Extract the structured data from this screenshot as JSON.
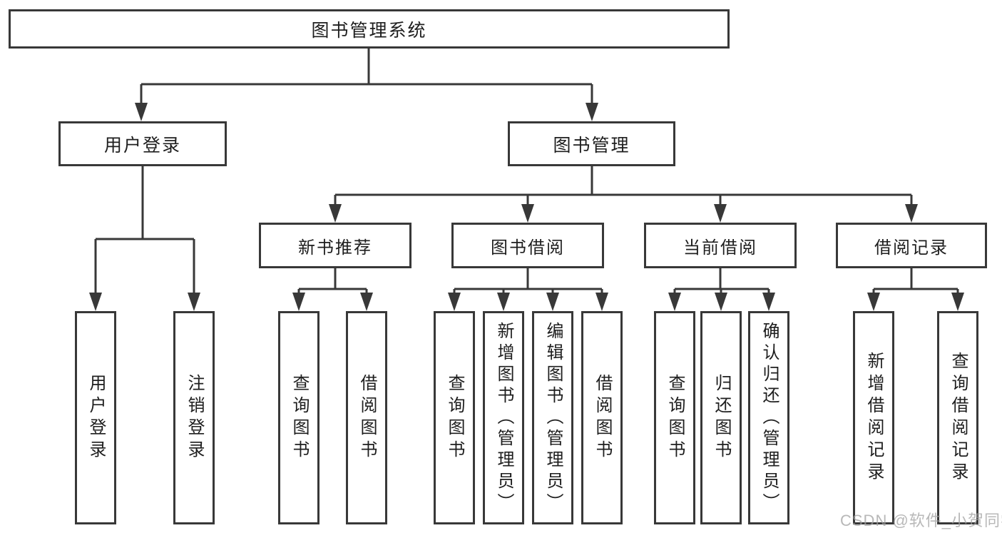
{
  "diagram": {
    "title": "图书管理系统",
    "root": {
      "id": "library-management-system",
      "label": "图书管理系统"
    },
    "level2": [
      {
        "id": "user-login",
        "label": "用户登录"
      },
      {
        "id": "book-management",
        "label": "图书管理"
      }
    ],
    "level3": [
      {
        "id": "new-book-recommend",
        "parent": "图书管理",
        "label": "新书推荐"
      },
      {
        "id": "book-borrowing",
        "parent": "图书管理",
        "label": "图书借阅"
      },
      {
        "id": "current-borrowing",
        "parent": "图书管理",
        "label": "当前借阅"
      },
      {
        "id": "borrowing-records",
        "parent": "图书管理",
        "label": "借阅记录"
      }
    ],
    "leaves": [
      {
        "id": "leaf-user-login",
        "parent": "用户登录",
        "label": "用户登录"
      },
      {
        "id": "leaf-logout",
        "parent": "用户登录",
        "label": "注销登录"
      },
      {
        "id": "leaf-query-book-recommend",
        "parent": "新书推荐",
        "label": "查询图书"
      },
      {
        "id": "leaf-borrow-book-recommend",
        "parent": "新书推荐",
        "label": "借阅图书"
      },
      {
        "id": "leaf-query-book-borrowing",
        "parent": "图书借阅",
        "label": "查询图书"
      },
      {
        "id": "leaf-add-book-admin",
        "parent": "图书借阅",
        "label": "新增图书（管理员）"
      },
      {
        "id": "leaf-edit-book-admin",
        "parent": "图书借阅",
        "label": "编辑图书（管理员）"
      },
      {
        "id": "leaf-borrow-book-borrowing",
        "parent": "图书借阅",
        "label": "借阅图书"
      },
      {
        "id": "leaf-query-book-current",
        "parent": "当前借阅",
        "label": "查询图书"
      },
      {
        "id": "leaf-return-book",
        "parent": "当前借阅",
        "label": "归还图书"
      },
      {
        "id": "leaf-confirm-return-admin",
        "parent": "当前借阅",
        "label": "确认归还（管理员）"
      },
      {
        "id": "leaf-add-borrow-record",
        "parent": "借阅记录",
        "label": "新增借阅记录"
      },
      {
        "id": "leaf-query-borrow-record",
        "parent": "借阅记录",
        "label": "查询借阅记录"
      }
    ]
  },
  "watermark": {
    "text": "CSDN @软件_小贺同学"
  },
  "colors": {
    "line": "#383838",
    "box_border": "#383838",
    "text": "#1e1e1e",
    "background": "#ffffff",
    "watermark": "#a0a0a0"
  }
}
